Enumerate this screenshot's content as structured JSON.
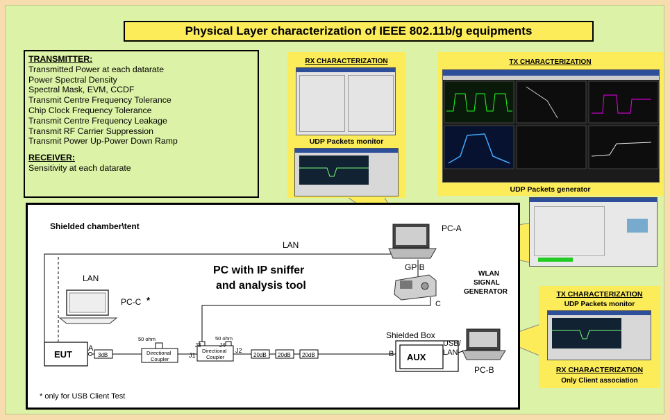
{
  "title": "Physical Layer characterization of IEEE 802.11b/g equipments",
  "transmitter": {
    "heading": "TRANSMITTER:",
    "items": [
      "Transmitted Power at each datarate",
      "Power Spectral Density",
      "Spectral Mask, EVM, CCDF",
      "Transmit Centre Frequency Tolerance",
      "Chip Clock Frequency Tolerance",
      "Transmit Centre Frequency Leakage",
      "Transmit RF Carrier Suppression",
      "Transmit Power Up-Power Down Ramp"
    ]
  },
  "receiver": {
    "heading": "RECEIVER:",
    "items": [
      "Sensitivity at each datarate"
    ]
  },
  "callouts": {
    "rx_top_title": "RX CHARACTERIZATION",
    "rx_top_caption": "UDP Packets monitor",
    "tx_top_title": "TX CHARACTERIZATION",
    "tx_top_caption": "UDP Packets generator",
    "tx_bottom_title": "TX CHARACTERIZATION",
    "tx_bottom_caption": "UDP Packets monitor",
    "rx_bottom_title": "RX CHARACTERIZATION",
    "rx_bottom_caption": "Only Client association"
  },
  "diagram": {
    "chamber_label": "Shielded chamber\\tent",
    "lan_top": "LAN",
    "lan_pc_c": "LAN",
    "pc_c": "PC-C",
    "pc_c_star": "*",
    "sniffer_line1": "PC with IP sniffer",
    "sniffer_line2": "and analysis tool",
    "pc_a": "PC-A",
    "gpib": "GPIB",
    "wlan_line1": "WLAN",
    "wlan_line2": "SIGNAL",
    "wlan_line3": "GENERATOR",
    "port_c": "C",
    "eut": "EUT",
    "port_a": "A",
    "att_3db": "3dB",
    "ohm1": "50 ohm",
    "ohm2": "50 ohm",
    "coupler1_l1": "Directional",
    "coupler1_l2": "Coupler",
    "coupler2_l1": "Directional",
    "coupler2_l2": "Coupler",
    "j1": "J1",
    "j2": "J2",
    "j3": "J3",
    "j4": "J4",
    "att_20db_1": "20dB",
    "att_20db_2": "20dB",
    "att_20db_3": "20dB",
    "port_b": "B",
    "shielded_box": "Shielded Box",
    "aux": "AUX",
    "usb": "USB/",
    "lan_pcb": "LAN",
    "pc_b": "PC-B",
    "footnote": "* only for USB  Client Test"
  },
  "colors": {
    "page_bg": "#f7dcae",
    "panel_bg": "#dcf2a6",
    "title_bg": "#fcec5a",
    "callout_bg": "#fcec5a"
  }
}
